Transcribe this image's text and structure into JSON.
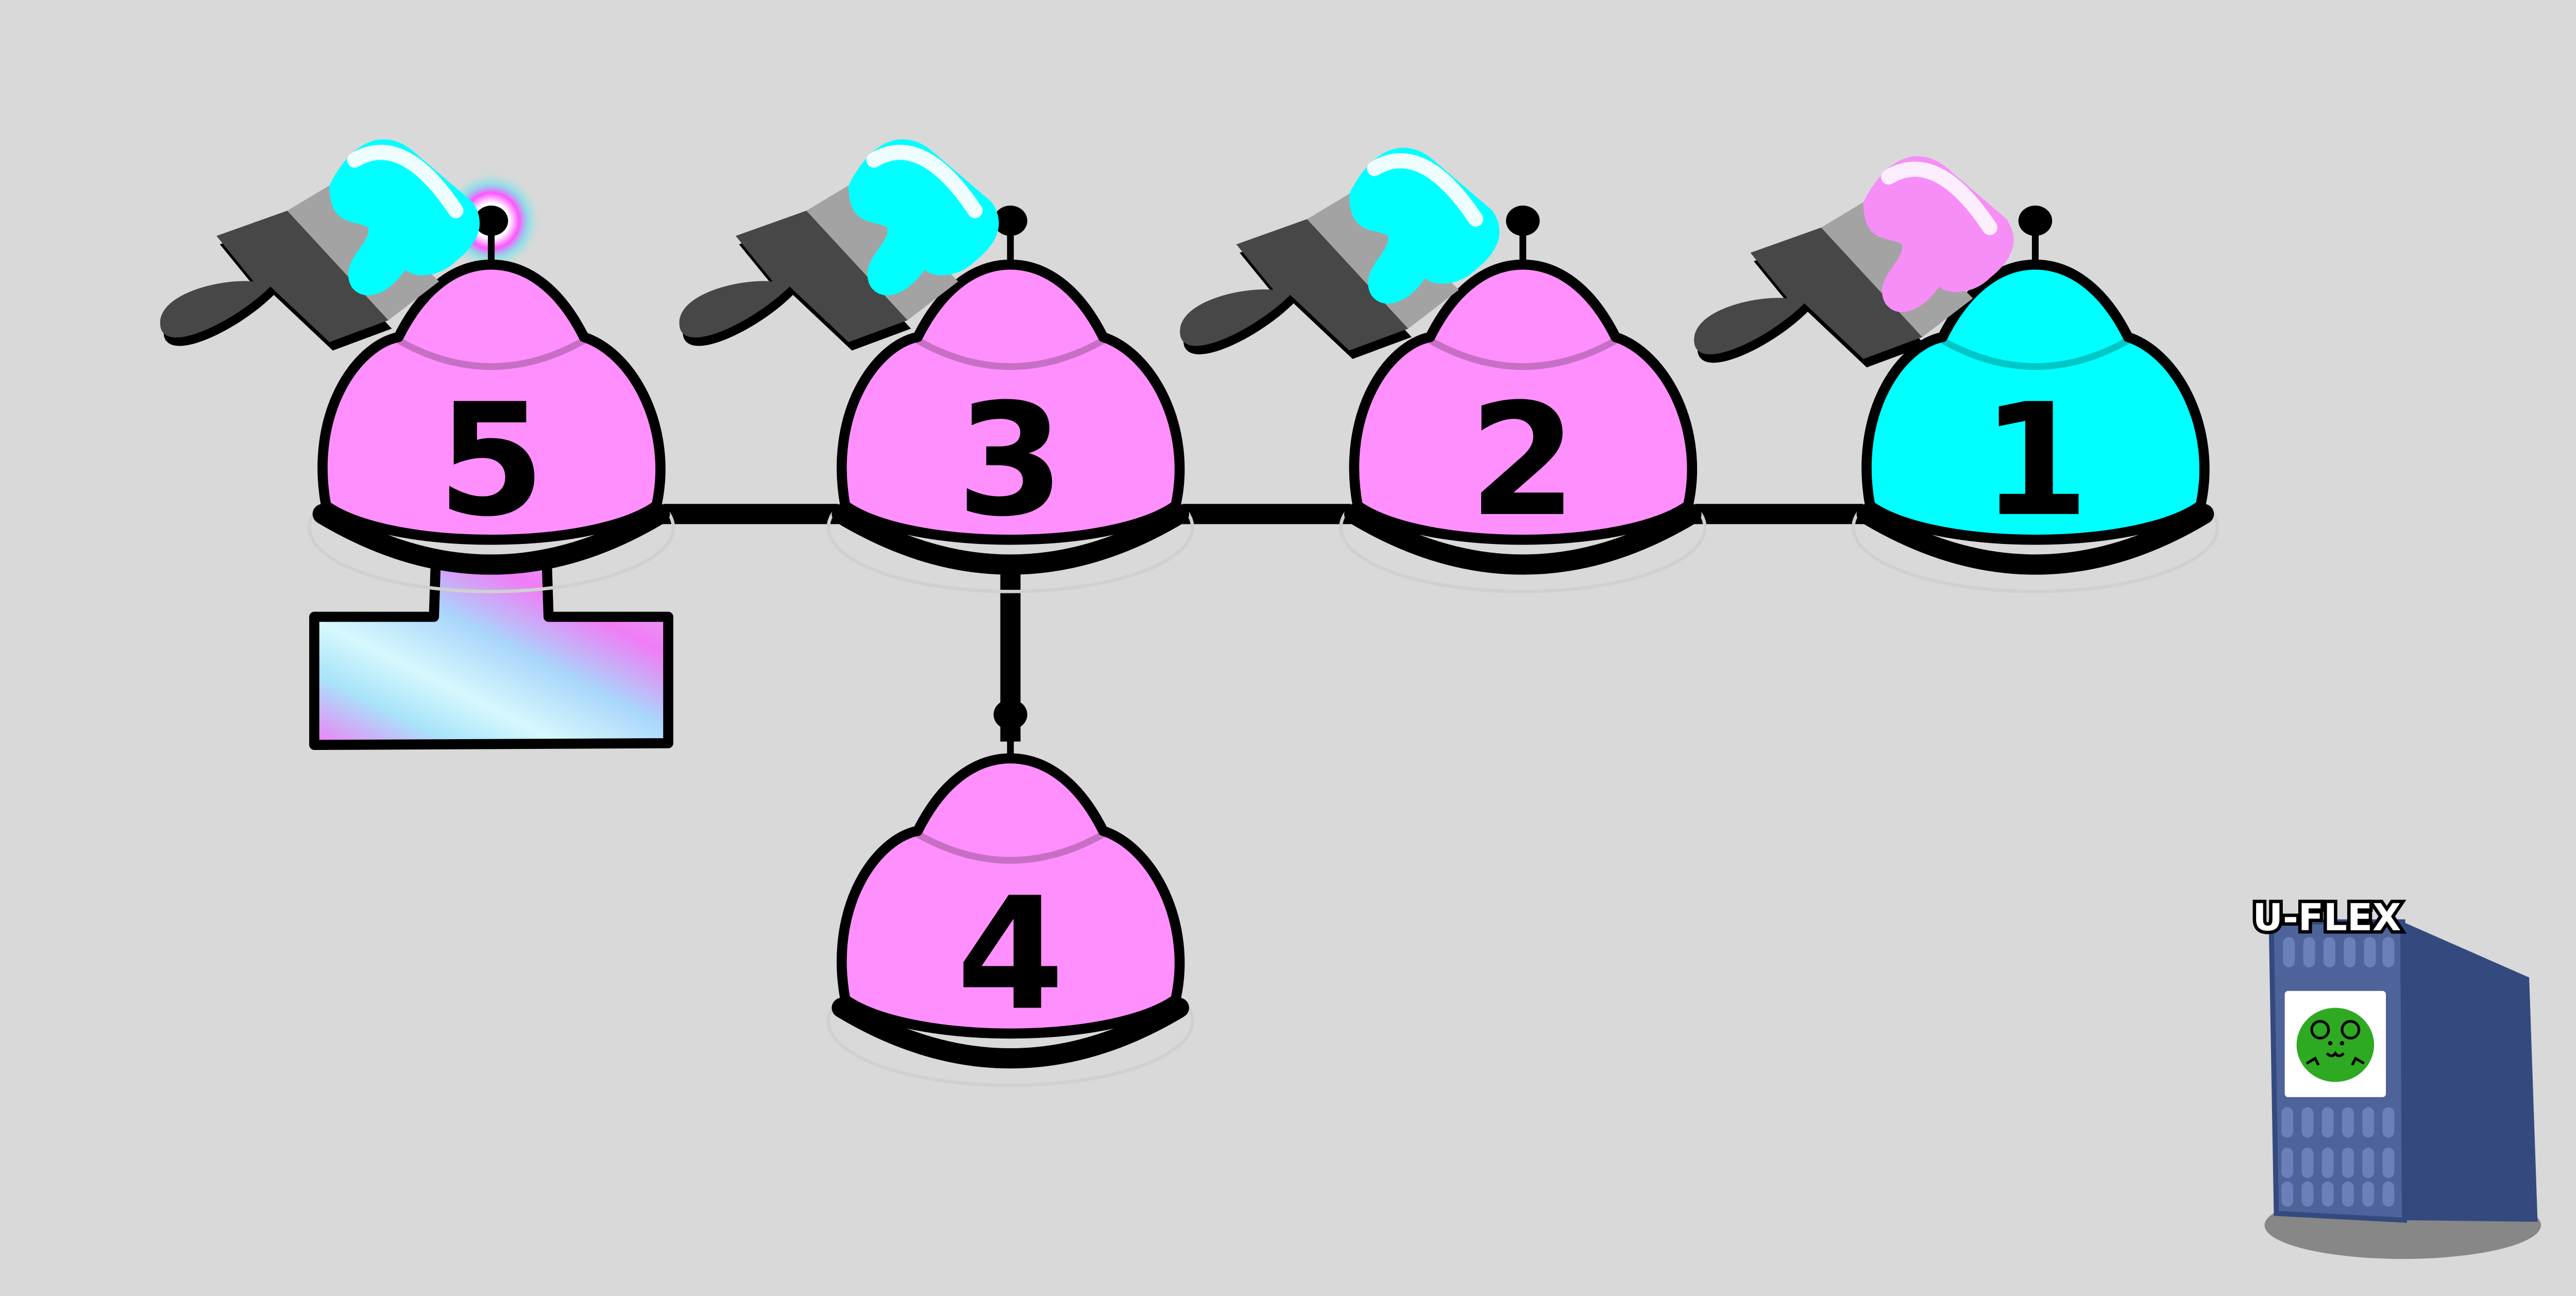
{
  "colors": {
    "background": "#d9d9d9",
    "pink_node": "#ff8ffd",
    "cyan_node": "#00ffff",
    "pink_paint": "#f78ef7",
    "cyan_paint": "#00ffff",
    "server_front": "#4d6399",
    "server_side": "#344a7e",
    "badge_green": "#2eaa22"
  },
  "nodes": [
    {
      "id": "node-5",
      "label": "5",
      "color": "pink",
      "brush_paint": "cyan",
      "glowing_antenna": true,
      "has_platform": true
    },
    {
      "id": "node-3",
      "label": "3",
      "color": "pink",
      "brush_paint": "cyan"
    },
    {
      "id": "node-2",
      "label": "2",
      "color": "pink",
      "brush_paint": "cyan"
    },
    {
      "id": "node-1",
      "label": "1",
      "color": "cyan",
      "brush_paint": "pink"
    },
    {
      "id": "node-4",
      "label": "4",
      "color": "pink",
      "brush_paint": null
    }
  ],
  "edges": [
    [
      "5",
      "3"
    ],
    [
      "3",
      "2"
    ],
    [
      "2",
      "1"
    ],
    [
      "3",
      "4"
    ]
  ],
  "server": {
    "logo_text": "U-FLEX"
  }
}
